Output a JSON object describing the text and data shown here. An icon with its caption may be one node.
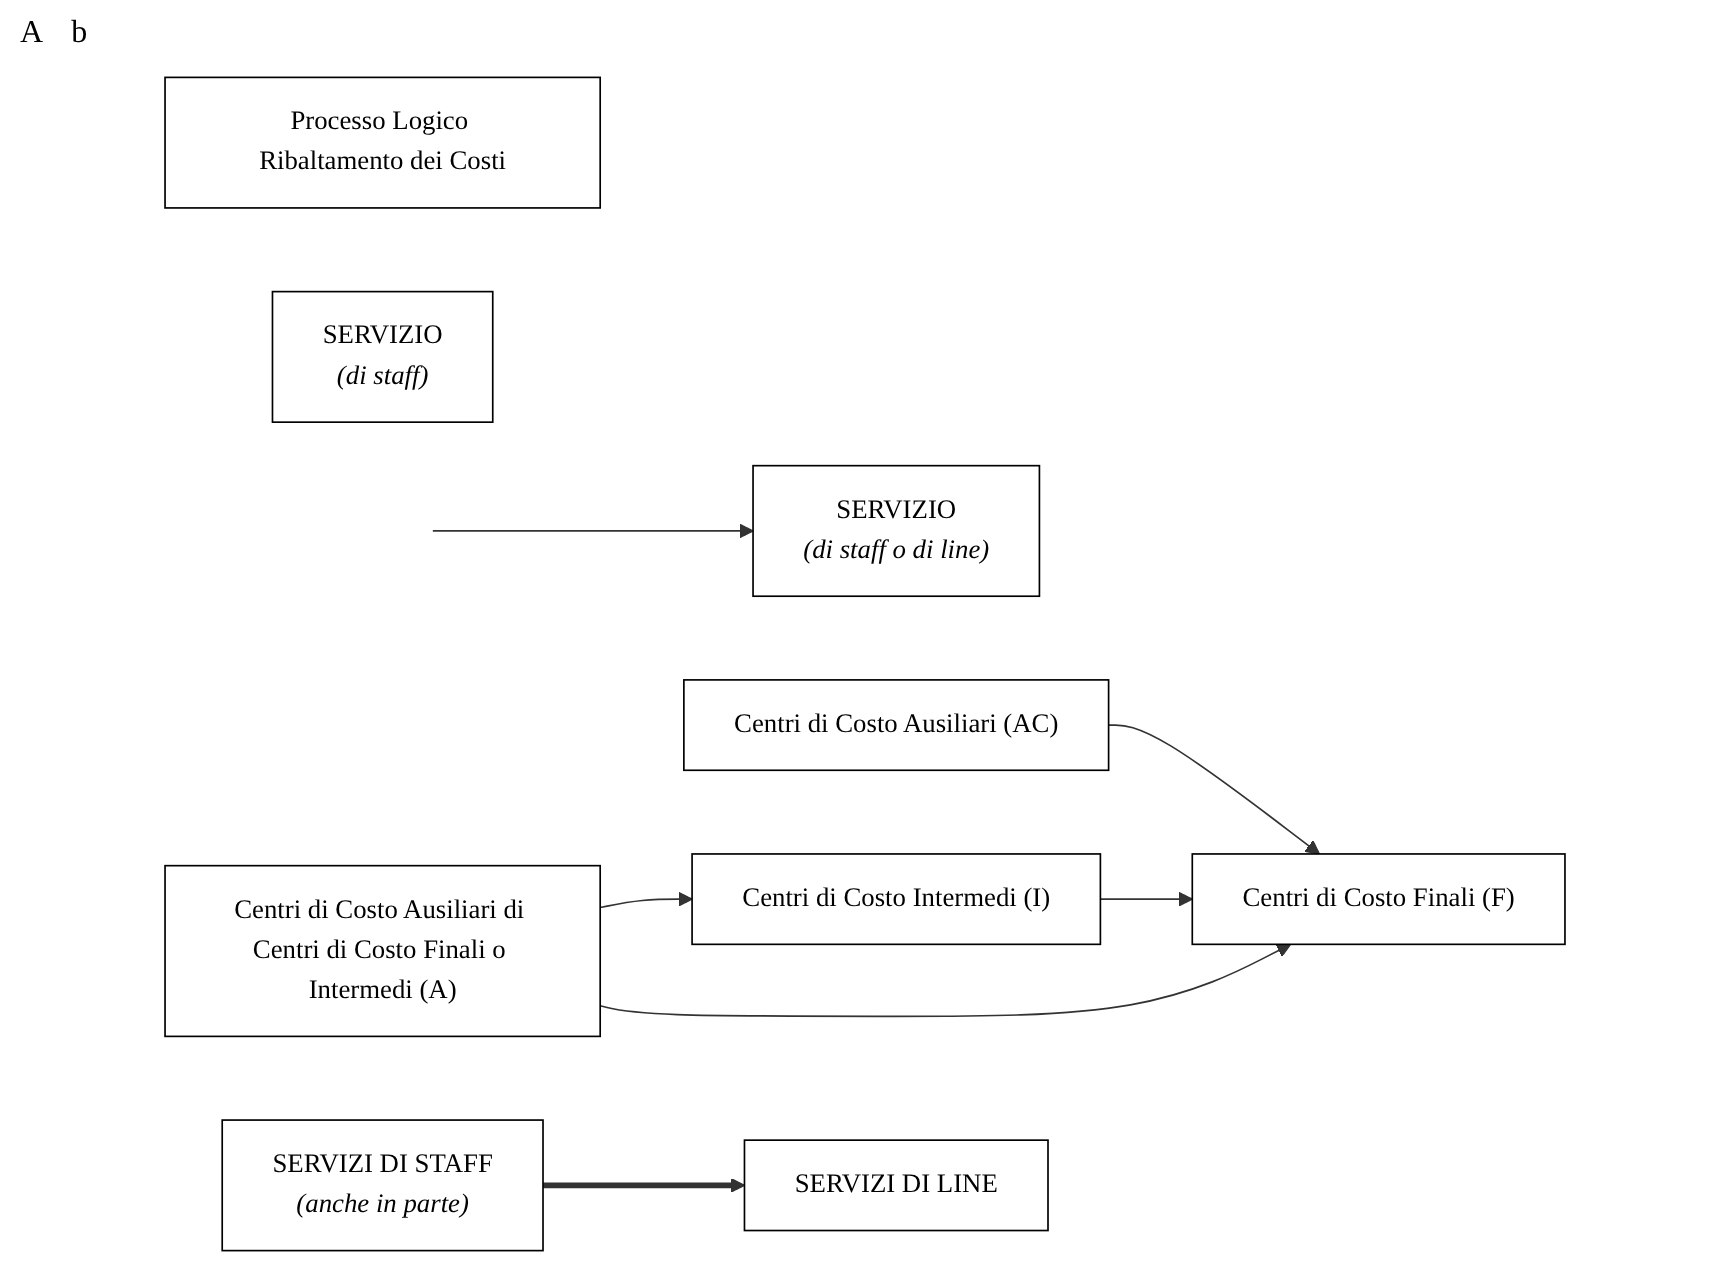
{
  "diagram": {
    "nodes": [
      {
        "text": [
          "Processo Logico Ribaltamento dei Costi"
        ]
      },
      {
        "text": [
          "SERVIZIO",
          "(di staff o di line)"
        ]
      },
      {
        "text": [
          "Centri di Costo Finali (F)"
        ]
      },
      {
        "text": [
          "Centri di Costo Ausiliari (AC)"
        ]
      },
      {
        "text": [
          "SERVIZIO",
          "(di staff)"
        ]
      },
      {
        "text": [
          "Centri di Costo Intermedi (I)"
        ]
      },
      {
        "text": [
          "Centri di Costo Ausiliari di Centri di Costo Finali o Intermedi (A)"
        ]
      },
      {
        "text": [
          "SERVIZI DI STAFF",
          "(anche in parte)"
        ]
      },
      {
        "text": [
          "SERVIZI DI LINE"
        ]
      }
    ],
    "edges": [
      {
        "from": null,
        "to": 1,
        "arrow": "to"
      },
      {
        "from": 3,
        "to": 2,
        "arrow": "to"
      },
      {
        "from": 5,
        "to": 2,
        "arrow": "to"
      },
      {
        "from": 6,
        "to": 5,
        "arrow": "to"
      },
      {
        "from": 6,
        "to": 2,
        "arrow": "to"
      },
      {
        "from": 7,
        "to": 8,
        "arrow": "to",
        "style": "thick"
      }
    ],
    "labels": [
      "A",
      "b"
    ]
  }
}
